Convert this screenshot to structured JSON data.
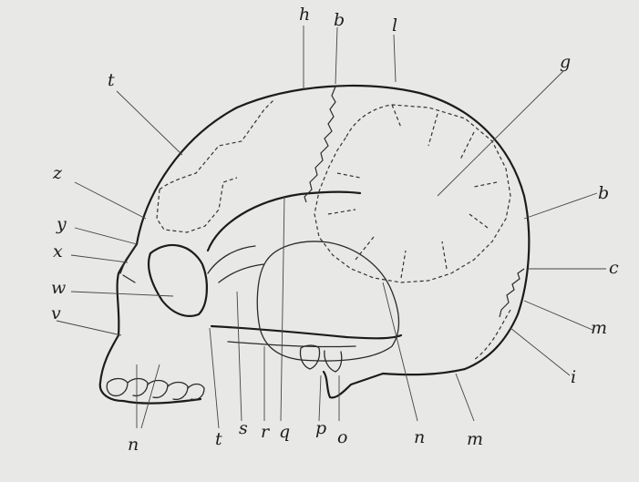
{
  "figure": {
    "labels": {
      "h": "h",
      "b": "b",
      "l": "l",
      "t_top": "t",
      "g": "g",
      "z": "z",
      "b_right": "b",
      "y": "y",
      "x": "x",
      "w": "w",
      "v": "v",
      "c": "c",
      "m_upper": "m",
      "i": "i",
      "n_bottom_left": "n",
      "t_bottom": "t",
      "s": "s",
      "r": "r",
      "q": "q",
      "p": "p",
      "o": "o",
      "n": "n",
      "m_bottom": "m"
    }
  }
}
